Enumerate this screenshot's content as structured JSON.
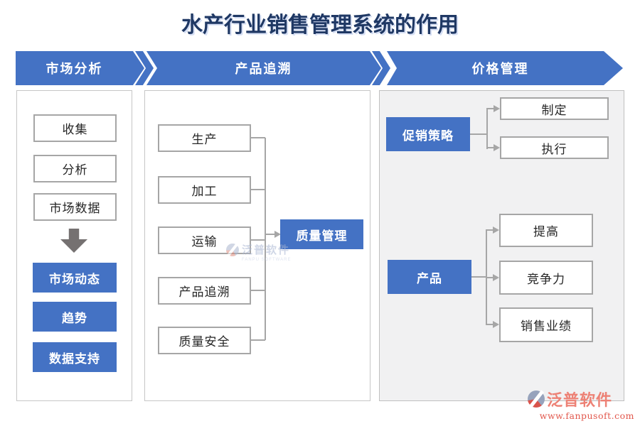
{
  "title": "水产行业销售管理系统的作用",
  "columns": [
    {
      "header": "市场分析",
      "steps": [
        "收集",
        "分析",
        "市场数据"
      ],
      "results": [
        "市场动态",
        "趋势",
        "数据支持"
      ]
    },
    {
      "header": "产品追溯",
      "stages": [
        "生产",
        "加工",
        "运输",
        "产品追溯",
        "质量安全"
      ],
      "target": "质量管理"
    },
    {
      "header": "价格管理",
      "groups": [
        {
          "source": "促销策略",
          "targets": [
            "制定",
            "执行"
          ]
        },
        {
          "source": "产品",
          "targets": [
            "提高",
            "竞争力",
            "销售业绩"
          ]
        }
      ]
    }
  ],
  "watermark": {
    "text": "泛普软件",
    "subtext": "FANPU SOFTWARE"
  },
  "logo": {
    "name": "泛普软件",
    "url": "www.fanpusoft.com"
  },
  "colors": {
    "accent": "#4472C4",
    "title_text": "#1F3864",
    "connector": "#A6A6A6",
    "box_border": "#A6A6A6",
    "panel_border": "#C6C6C6",
    "panel3_bg": "#F1F1F2",
    "down_arrow": "#757171",
    "logo_text": "#ED8175",
    "logo_url": "#E2574C"
  }
}
